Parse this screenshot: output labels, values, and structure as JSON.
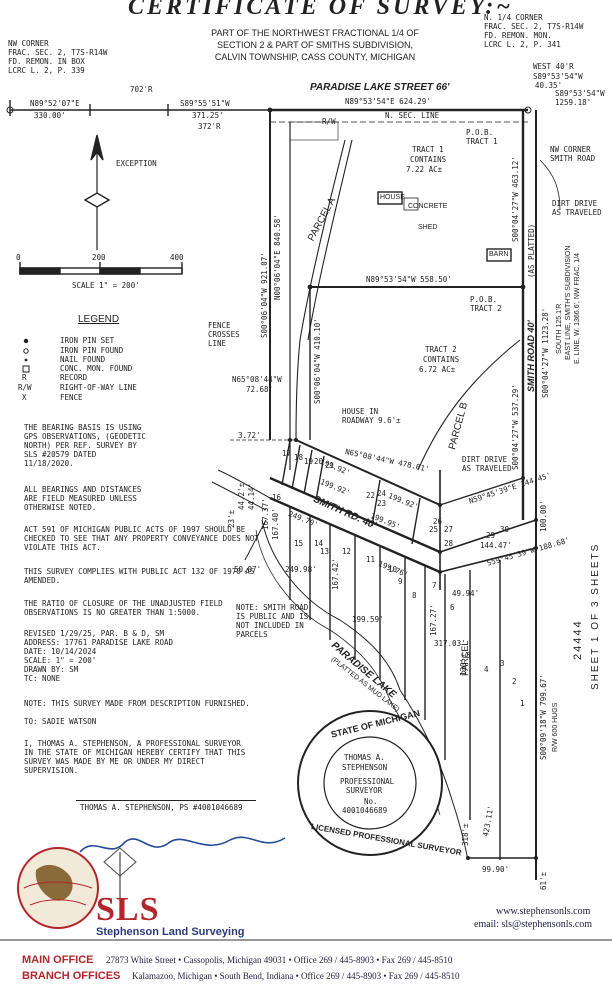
{
  "header": {
    "title": "CERTIFICATE OF SURVEY:~",
    "subtitle_lines": [
      "PART OF THE NORTHWEST FRACTIONAL 1/4 OF",
      "SECTION 2 & PART OF SMITHS SUBDIVISION,",
      "CALVIN TOWNSHIP, CASS COUNTY, MICHIGAN"
    ]
  },
  "corners": {
    "nw_corner": [
      "NW CORNER",
      "FRAC. SEC. 2, T7S-R14W",
      "FD. REMON. IN BOX",
      "LCRC L. 2, P. 339"
    ],
    "n_quarter": [
      "N. 1/4 CORNER",
      "FRAC. SEC. 2, T7S-R14W",
      "FD. REMON. MON.",
      "LCRC L. 2, P. 341"
    ]
  },
  "map_labels": {
    "street_name": "PARADISE LAKE STREET 66'",
    "bearing_top_left": "N89°52'07\"E",
    "dist_330": "330.00'",
    "dist_702r": "702'R",
    "bearing_top_mid": "S89°55'51\"W",
    "dist_371": "371.25'",
    "dist_372r": "372'R",
    "bearing_top_right": "N89°53'54\"E 624.29'",
    "rw": "R/W",
    "n_sec_line": "N. SEC. LINE",
    "west_40r": "WEST 40'R",
    "s89_4035": "S89°53'54\"W",
    "d4035": "40.35'",
    "s89_1259": "S89°53'54\"W",
    "d1259": "1259.18'",
    "pob1": [
      "P.O.B.",
      "TRACT 1"
    ],
    "nw_smith": [
      "NW CORNER",
      "SMITH ROAD"
    ],
    "dirt_drive_1": [
      "DIRT DRIVE",
      "AS TRAVELED"
    ],
    "exception": "EXCEPTION",
    "tract1": [
      "TRACT 1",
      "CONTAINS",
      "7.22 AC±"
    ],
    "house": "HOUSE",
    "concrete": "CONCRETE",
    "shed": "SHED",
    "barn": "BARN",
    "parcel_a": "PARCEL A",
    "parcel_b": "PARCEL B",
    "n00_840": "N00°06'04\"E 840.58'",
    "s00_921": "S00°06'04\"W 921.07'",
    "s00_463": "S00°04'27\"W 463.12'",
    "n89_558": "N89°53'54\"W 558.50'",
    "pob2": [
      "P.O.B.",
      "TRACT 2"
    ],
    "s00_410": "S00°06'04\"W 410.10'",
    "fence_crosses": [
      "FENCE",
      "CROSSES",
      "LINE"
    ],
    "n65_1": "N65°08'44\"W",
    "d7268": "72.68'",
    "tract2": [
      "TRACT 2",
      "CONTAINS",
      "6.72 AC±"
    ],
    "house_roadway": [
      "HOUSE IN",
      "ROADWAY 9.6'±"
    ],
    "d372": "3.72'",
    "n65_478": "N65°08'44\"W 478.01'",
    "dirt_drive_2": [
      "DIRT DRIVE",
      "AS TRAVELED"
    ],
    "s00_537": "S00°04'27\"W 537.29'",
    "smith_road_40": "SMITH ROAD 40'",
    "as_platted": "(AS PLATTED)",
    "s00_1123": "S00°04'27\"W 1123.28'",
    "south_line_text": [
      "SOUTH 125.1'R",
      "EAST LINE, SMITH'S SUBDIVISION",
      "E. LINE, W. 1366.6', NW FRAC. 1/4"
    ],
    "n59_14445": "N59°45'39\"E 144.45'",
    "d14447": "144.47'",
    "d10000": "100.00'",
    "s59_18868": "S59°45'39\"W 188.68'",
    "d4994": "49.94'",
    "smith_rd_40": "SMITH RD. 40'",
    "d19992a": "199.92'",
    "d19992b": "199.92'",
    "d19992c": "199.92'",
    "d19995": "199.95'",
    "d24970": "249.70'",
    "d19976": "199.76'",
    "d24998": "249.98'",
    "d19959": "199.59'",
    "d5007": "50.07'",
    "d16742": "167.42'",
    "d16727": "167.27'",
    "d16740": "167.40'",
    "d16737": "167.37'",
    "d31703": "317.03'",
    "d4274": "44.2'±",
    "d4414": "44.14'",
    "d235": "23'±",
    "d130": "130'±",
    "d318": "318'±",
    "d42311": "423.11'",
    "d9990": "99.90'",
    "d61": "61'±",
    "s00_79967": "S00°09'18\"W 799.67'",
    "rw_600": "R/W 600 HUGS",
    "paradise_lake": "PARADISE LAKE",
    "platted_mud": "(PLATTED AS MUD LAKE)",
    "parcel_word": "PARCEL",
    "lot_numbers": [
      "24",
      "23",
      "22",
      "21",
      "20",
      "19",
      "18",
      "17",
      "16",
      "15",
      "14",
      "13",
      "12",
      "11",
      "10",
      "9",
      "8",
      "7",
      "6",
      "5",
      "4",
      "3",
      "2",
      "1",
      "25",
      "26",
      "27",
      "28",
      "29",
      "30"
    ],
    "sheet_text": "SHEET 1 OF 3 SHEETS",
    "sheet_number": "24444"
  },
  "scale_bar": {
    "ticks": [
      "0",
      "200",
      "400"
    ],
    "label": "SCALE 1\" = 200'"
  },
  "legend": {
    "title": "LEGEND",
    "items": [
      "IRON PIN SET",
      "IRON PIN FOUND",
      "NAIL FOUND",
      "CONC. MON. FOUND",
      "RECORD",
      "RIGHT-OF-WAY LINE",
      "FENCE"
    ],
    "symbols": [
      "",
      "",
      "",
      "",
      "R",
      "R/W",
      "X"
    ]
  },
  "notes": {
    "bearing_basis": [
      "THE BEARING BASIS IS USING",
      "GPS OBSERVATIONS, (GEODETIC",
      "NORTH) PER REF. SURVEY BY",
      "SLS #20579 DATED",
      "11/18/2020."
    ],
    "field_measured": [
      "ALL BEARINGS AND DISTANCES",
      "ARE FIELD MEASURED UNLESS",
      "OTHERWISE NOTED."
    ],
    "act_591": [
      "ACT 591 OF MICHIGAN PUBLIC ACTS OF 1997 SHOULD BE",
      "CHECKED TO SEE THAT ANY PROPERTY CONVEYANCE DOES NOT",
      "VIOLATE THIS ACT."
    ],
    "act_132": [
      "THIS SURVEY COMPLIES WITH PUBLIC ACT 132 OF 1970 AS",
      "AMENDED."
    ],
    "closure": [
      "THE RATIO OF CLOSURE OF THE UNADJUSTED FIELD",
      "OBSERVATIONS IS NO GREATER THAN 1:5000."
    ],
    "revised": [
      "REVISED 1/29/25, PAR. B & D, SM",
      "ADDRESS: 17761 PARADISE LAKE ROAD",
      "DATE: 10/14/2024",
      "SCALE: 1\" = 200'",
      "DRAWN BY: SM",
      "TC: NONE"
    ],
    "smith_public": [
      "NOTE: SMITH ROAD",
      "IS PUBLIC AND IS",
      "NOT INCLUDED IN",
      "PARCELS"
    ],
    "furnished": "NOTE: THIS SURVEY MADE FROM DESCRIPTION FURNISHED.",
    "to": "TO: SADIE WATSON",
    "certify": [
      "I, THOMAS A. STEPHENSON, A PROFESSIONAL SURVEYOR",
      "IN THE STATE OF MICHIGAN HEREBY CERTIFY THAT THIS",
      "SURVEY WAS MADE BY ME OR UNDER MY DIRECT",
      "SUPERVISION."
    ],
    "signer": "THOMAS A. STEPHENSON, PS #4001046689"
  },
  "seal": {
    "outer_top": "STATE OF MICHIGAN",
    "outer_bottom": "LICENSED PROFESSIONAL SURVEYOR",
    "lines": [
      "THOMAS A.",
      "STEPHENSON",
      "PROFESSIONAL",
      "SURVEYOR",
      "No.",
      "4001046689"
    ]
  },
  "company": {
    "logo": "SLS",
    "name": "Stephenson Land Surveying",
    "web": "www.stephensonls.com",
    "email": "email: sls@stephensonls.com",
    "main_office_label": "MAIN OFFICE",
    "main_office": "27873 White Street • Cassopolis, Michigan 49031 • Office 269 / 445-8903 • Fax 269 / 445-8510",
    "branch_label": "BRANCH OFFICES",
    "branch": "Kalamazoo, Michigan • South Bend, Indiana • Office 269 / 445-8903 • Fax 269 / 445-8510"
  },
  "colors": {
    "ink": "#222222",
    "brand_red": "#b3262b",
    "brand_blue": "#2a3b7a"
  }
}
